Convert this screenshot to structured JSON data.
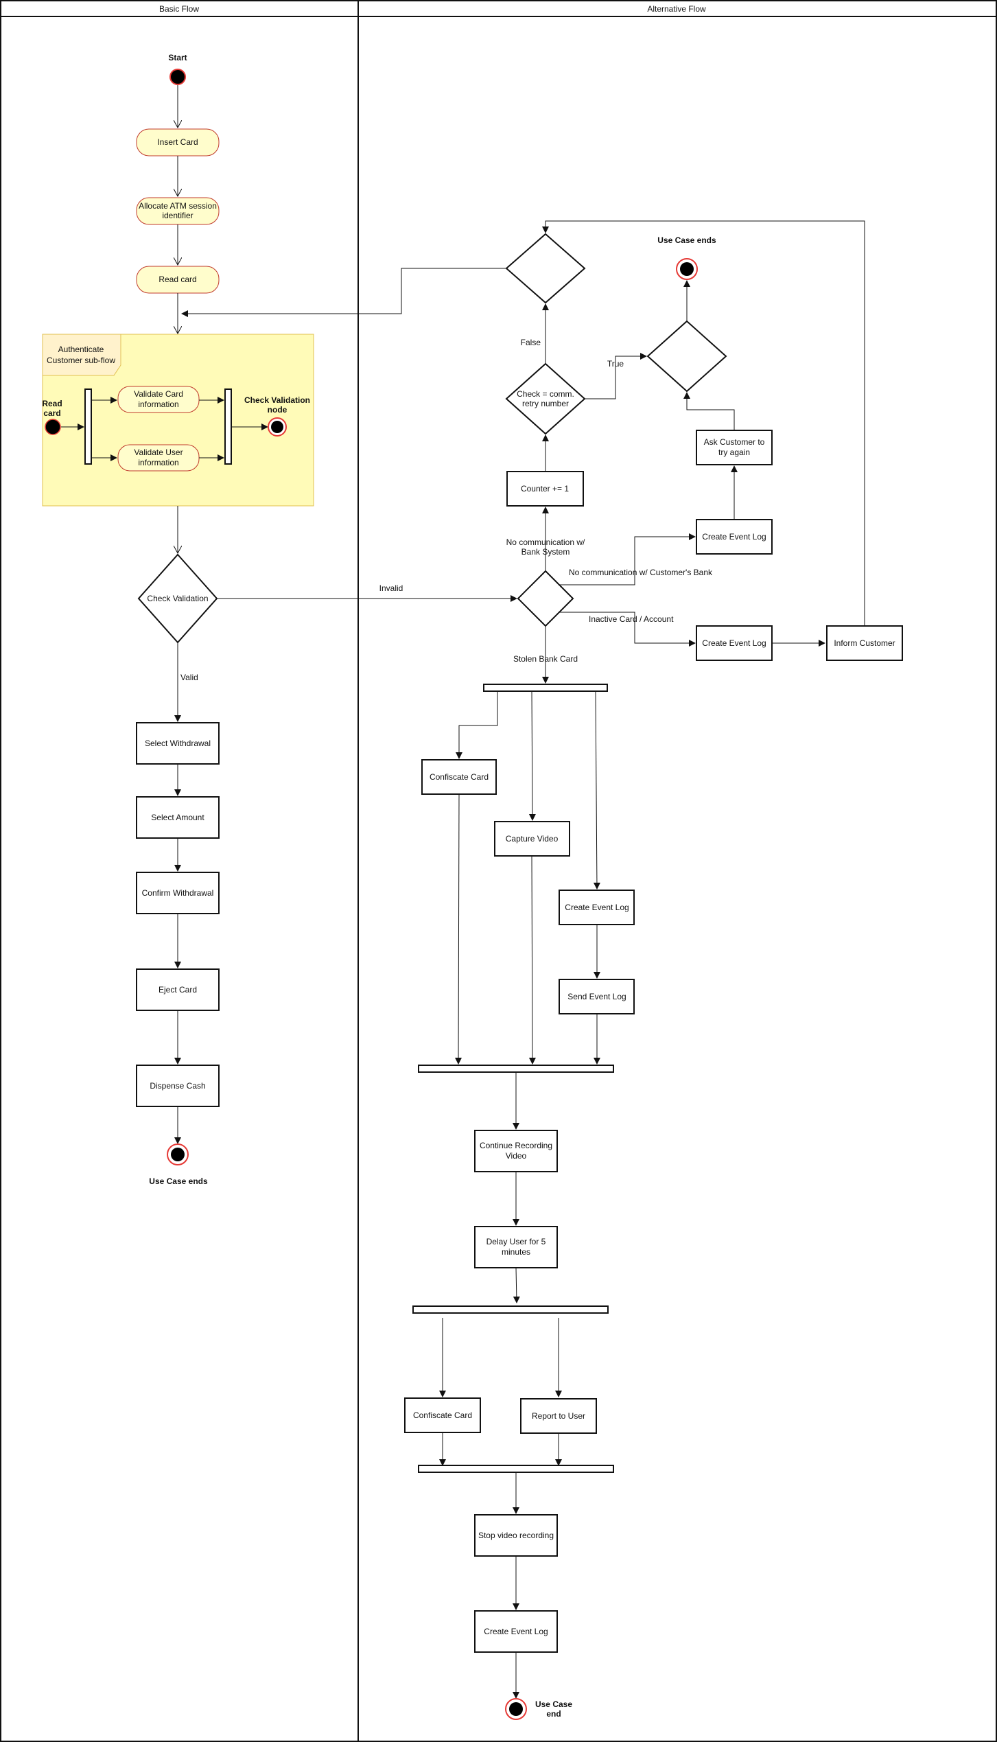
{
  "lanes": {
    "basic": "Basic Flow",
    "alternative": "Alternative Flow"
  },
  "colors": {
    "action_fill": "#fffdcc",
    "action_stroke": "#c0392b",
    "subflow_fill": "#fffbb8",
    "subflow_stroke": "#e0c050",
    "subflow_tab_fill": "#fff2cc",
    "final_ring": "#e53935",
    "line": "#111111"
  },
  "basic": {
    "start_label": "Start",
    "insert_card": "Insert Card",
    "allocate_line1": "Allocate ATM session",
    "allocate_line2": "identifier",
    "read_card": "Read card",
    "subflow_title_line1": "Authenticate",
    "subflow_title_line2": "Customer sub-flow",
    "sub_start_line1": "Read",
    "sub_start_line2": "card",
    "validate_card_line1": "Validate Card",
    "validate_card_line2": "information",
    "validate_user_line1": "Validate User",
    "validate_user_line2": "information",
    "check_node_line1": "Check Validation",
    "check_node_line2": "node",
    "check_validation": "Check Validation",
    "invalid_label": "Invalid",
    "valid_label": "Valid",
    "select_withdrawal": "Select Withdrawal",
    "select_amount": "Select Amount",
    "confirm_withdrawal": "Confirm Withdrawal",
    "eject_card": "Eject Card",
    "dispense_cash": "Dispense Cash",
    "end_label": "Use Case ends"
  },
  "alt": {
    "use_case_ends": "Use Case ends",
    "false_label": "False",
    "true_label": "True",
    "check_comm_line1": "Check = comm.",
    "check_comm_line2": "retry number",
    "counter": "Counter += 1",
    "no_comm_bank_line1": "No communication w/",
    "no_comm_bank_line2": "Bank System",
    "no_comm_customer_bank": "No communication w/ Customer's Bank",
    "inactive_label": "Inactive Card / Account",
    "stolen_label": "Stolen Bank Card",
    "ask_customer_line1": "Ask Customer to",
    "ask_customer_line2": "try again",
    "create_event_log_top": "Create Event Log",
    "create_event_log_mid": "Create Event Log",
    "inform_customer": "Inform Customer",
    "confiscate_card_1": "Confiscate Card",
    "capture_video": "Capture Video",
    "create_event_log_branch": "Create Event Log",
    "send_event_log": "Send Event Log",
    "continue_recording_line1": "Continue Recording",
    "continue_recording_line2": "Video",
    "delay_line1": "Delay User for 5",
    "delay_line2": "minutes",
    "confiscate_card_2": "Confiscate Card",
    "report_to_user": "Report to User",
    "stop_video": "Stop video recording",
    "create_event_log_final": "Create Event Log",
    "end_line1": "Use Case",
    "end_line2": "end"
  }
}
